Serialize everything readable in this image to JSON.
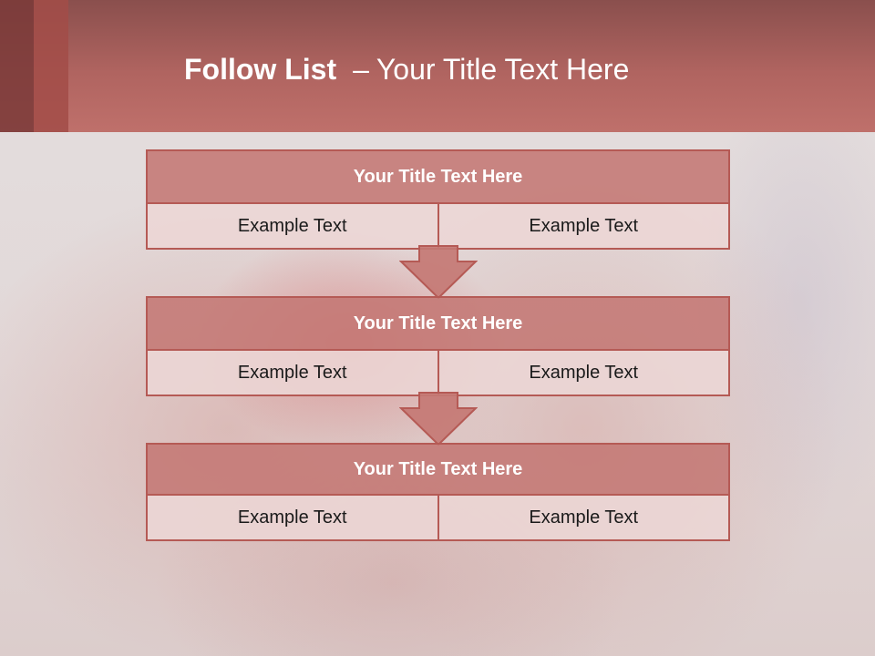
{
  "slide": {
    "title_bold": "Follow List",
    "title_separator": "–",
    "title_rest": "Your Title Text Here"
  },
  "steps": [
    {
      "title": "Your Title Text Here",
      "left": "Example Text",
      "right": "Example Text"
    },
    {
      "title": "Your Title Text Here",
      "left": "Example Text",
      "right": "Example Text"
    },
    {
      "title": "Your Title Text Here",
      "left": "Example Text",
      "right": "Example Text"
    }
  ],
  "colors": {
    "header": "#b06460",
    "box_border": "#b55a55",
    "box_title": "#c47874",
    "cell": "#ecd6d5"
  },
  "icons": [
    "down-arrow-icon"
  ]
}
